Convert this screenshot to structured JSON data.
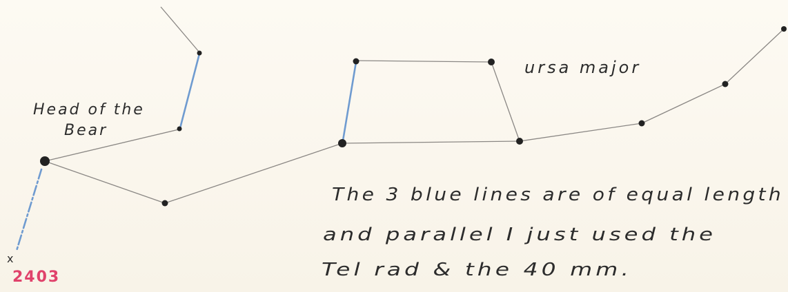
{
  "labels": {
    "head": [
      "Head of the",
      "Bear"
    ],
    "constellation": "ursa major",
    "note": [
      "The 3 blue lines are of equal length",
      "and parallel I just used the",
      "Tel rad & the 40 mm."
    ],
    "observation_number": "2403",
    "pointer_mark": "x"
  },
  "colors": {
    "blue_line": "#6f9bd0",
    "grey_line": "#8a8784",
    "star": "#222222",
    "ink": "#2c2c2c",
    "number": "#e0426b"
  }
}
